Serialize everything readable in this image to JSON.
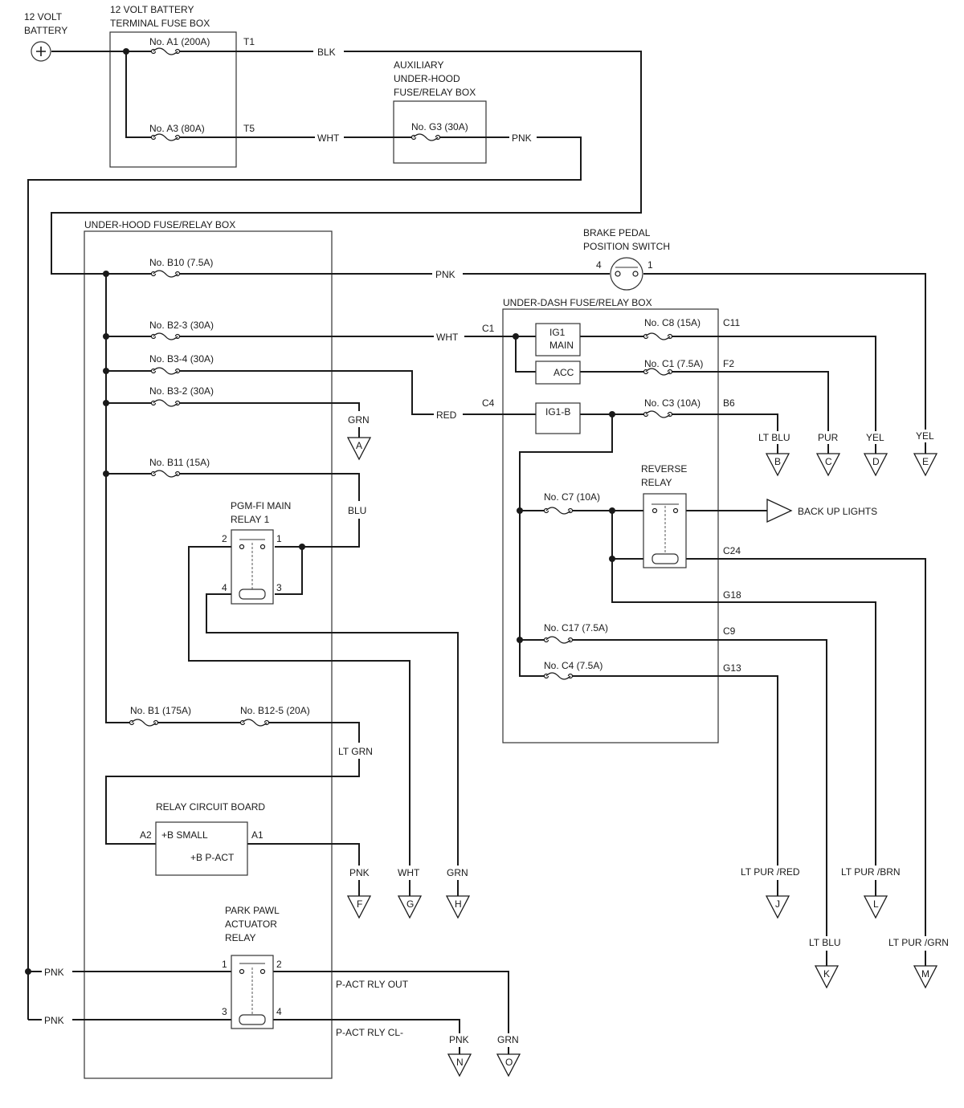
{
  "battery": {
    "label_line1": "12 VOLT",
    "label_line2": "BATTERY"
  },
  "boxes": {
    "terminal_fuse_box": {
      "line1": "12 VOLT BATTERY",
      "line2": "TERMINAL FUSE BOX"
    },
    "aux_box": {
      "line1": "AUXILIARY",
      "line2": "UNDER-HOOD",
      "line3": "FUSE/RELAY BOX"
    },
    "under_hood_box": "UNDER-HOOD FUSE/RELAY BOX",
    "under_dash_box": "UNDER-DASH FUSE/RELAY BOX"
  },
  "fuses": {
    "a1": "No. A1 (200A)",
    "a3": "No. A3 (80A)",
    "g3": "No. G3 (30A)",
    "b10": "No. B10 (7.5A)",
    "b2_3": "No. B2-3 (30A)",
    "b3_4": "No. B3-4 (30A)",
    "b3_2": "No. B3-2 (30A)",
    "b11": "No. B11 (15A)",
    "b1": "No. B1 (175A)",
    "b12_5": "No. B12-5 (20A)",
    "c8": "No. C8 (15A)",
    "c1": "No. C1 (7.5A)",
    "c3": "No. C3 (10A)",
    "c7": "No. C7 (10A)",
    "c17": "No. C17 (7.5A)",
    "c4": "No. C4 (7.5A)"
  },
  "terminals": {
    "t1": "T1",
    "t5": "T5",
    "ud_c1": "C1",
    "ud_c4": "C4",
    "c11": "C11",
    "f2": "F2",
    "b6": "B6",
    "c24": "C24",
    "g18": "G18",
    "c9": "C9",
    "g13": "G13",
    "a2": "A2",
    "a1": "A1"
  },
  "wires": {
    "blk": "BLK",
    "wht_top": "WHT",
    "pnk_aux": "PNK",
    "pnk_b10": "PNK",
    "wht_b2": "WHT",
    "red_b3": "RED",
    "grn_a": "GRN",
    "blu": "BLU",
    "lt_grn": "LT GRN",
    "pnk_f": "PNK",
    "wht_g": "WHT",
    "grn_h": "GRN",
    "pnk_left1": "PNK",
    "pnk_left2": "PNK",
    "pnk_n": "PNK",
    "grn_o": "GRN",
    "lt_blu_b": "LT BLU",
    "pur_c": "PUR",
    "yel_d": "YEL",
    "yel_e": "YEL",
    "lt_pur_red": "LT PUR /RED",
    "lt_pur_brn": "LT PUR /BRN",
    "lt_blu_k": "LT BLU",
    "lt_pur_grn": "LT PUR /GRN"
  },
  "components": {
    "brake_switch": {
      "line1": "BRAKE PEDAL",
      "line2": "POSITION SWITCH",
      "pin_left": "4",
      "pin_right": "1"
    },
    "ig1_main": {
      "line1": "IG1",
      "line2": "MAIN"
    },
    "acc": "ACC",
    "ig1_b": "IG1-B",
    "reverse_relay": {
      "line1": "REVERSE",
      "line2": "RELAY"
    },
    "back_up_lights": "BACK UP LIGHTS",
    "pgm_fi": {
      "line1": "PGM-FI MAIN",
      "line2": "RELAY 1",
      "pin1": "1",
      "pin2": "2",
      "pin3": "3",
      "pin4": "4"
    },
    "relay_board": {
      "title": "RELAY CIRCUIT BOARD",
      "small": "+B SMALL",
      "pact": "+B P-ACT"
    },
    "park_pawl": {
      "line1": "PARK PAWL",
      "line2": "ACTUATOR",
      "line3": "RELAY",
      "pin1": "1",
      "pin2": "2",
      "pin3": "3",
      "pin4": "4"
    },
    "p_act_out": "P-ACT RLY OUT",
    "p_act_cl": "P-ACT RLY CL-"
  },
  "connectors": {
    "a": "A",
    "b": "B",
    "c": "C",
    "d": "D",
    "e": "E",
    "f": "F",
    "g": "G",
    "h": "H",
    "j": "J",
    "k": "K",
    "l": "L",
    "m": "M",
    "n": "N",
    "o": "O"
  }
}
